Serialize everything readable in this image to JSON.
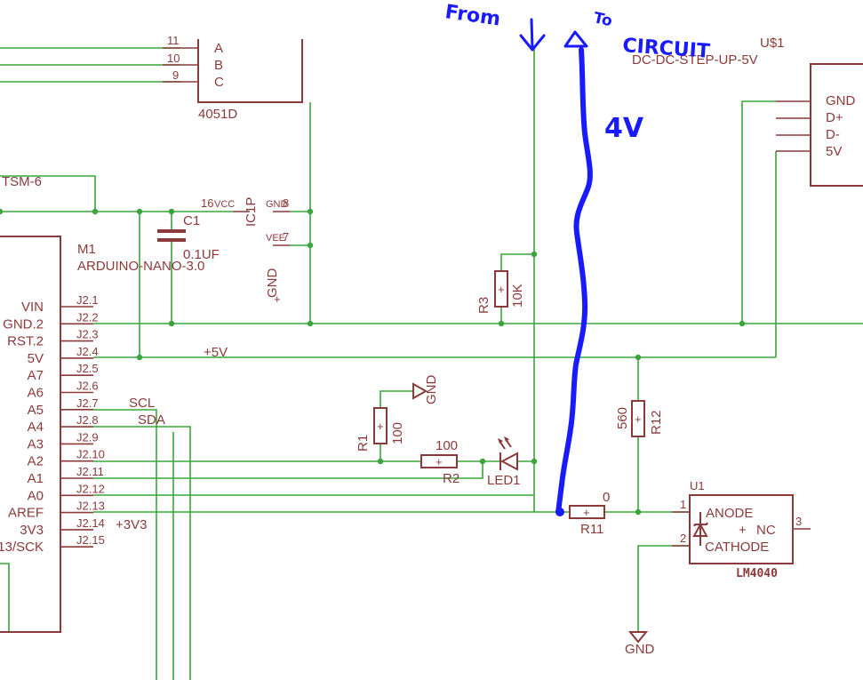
{
  "mux": {
    "pins": [
      "11",
      "10",
      "9"
    ],
    "ports": [
      "A",
      "B",
      "C"
    ],
    "ref": "4051D"
  },
  "step_up": {
    "ref": "U$1",
    "value": "DC-DC-STEP-UP-5V",
    "pins": [
      "GND",
      "D+",
      "D-",
      "5V"
    ]
  },
  "tsm": "TSM-6",
  "c1": {
    "ref": "C1",
    "value": "0.1UF"
  },
  "ic1p": {
    "ref": "IC1P",
    "vcc": "VCC",
    "gnd": "GND",
    "vee": "VEE",
    "pin16": "16",
    "pin8": "8",
    "pin7": "7"
  },
  "arduino": {
    "ref": "M1",
    "value": "ARDUINO-NANO-3.0",
    "pins": [
      "VIN",
      "GND.2",
      "RST.2",
      "5V",
      "A7",
      "A6",
      "A5",
      "A4",
      "A3",
      "A2",
      "A1",
      "A0",
      "AREF",
      "3V3",
      "13/SCK"
    ],
    "headers": [
      "J2.1",
      "J2.2",
      "J2.3",
      "J2.4",
      "J2.5",
      "J2.6",
      "J2.7",
      "J2.8",
      "J2.9",
      "J2.10",
      "J2.11",
      "J2.12",
      "J2.13",
      "J2.14",
      "J2.15"
    ]
  },
  "gnd_sym": "GND",
  "nets": {
    "plus5v": "+5V",
    "scl": "SCL",
    "sda": "SDA",
    "plus3v3": "+3V3"
  },
  "r1": {
    "ref": "R1",
    "value": "100"
  },
  "r2": {
    "ref": "R2",
    "value": "100"
  },
  "r3": {
    "ref": "R3",
    "value": "10K"
  },
  "r11": {
    "ref": "R11",
    "value": "0"
  },
  "r12": {
    "ref": "R12",
    "value": "560"
  },
  "led1": {
    "ref": "LED1"
  },
  "u1": {
    "ref": "U1",
    "part": "LM4040",
    "pin1": "1",
    "pin2": "2",
    "pin3": "3",
    "anode": "ANODE",
    "cathode": "CATHODE",
    "nc": "NC",
    "plus": "+"
  },
  "annotations": {
    "from": "From",
    "to": "To",
    "circuit": "CIRCUIT",
    "voltage": "4V"
  },
  "colors": {
    "wire": "#3aa53a",
    "part": "#8b3a3a",
    "ink": "#1a1aff"
  }
}
